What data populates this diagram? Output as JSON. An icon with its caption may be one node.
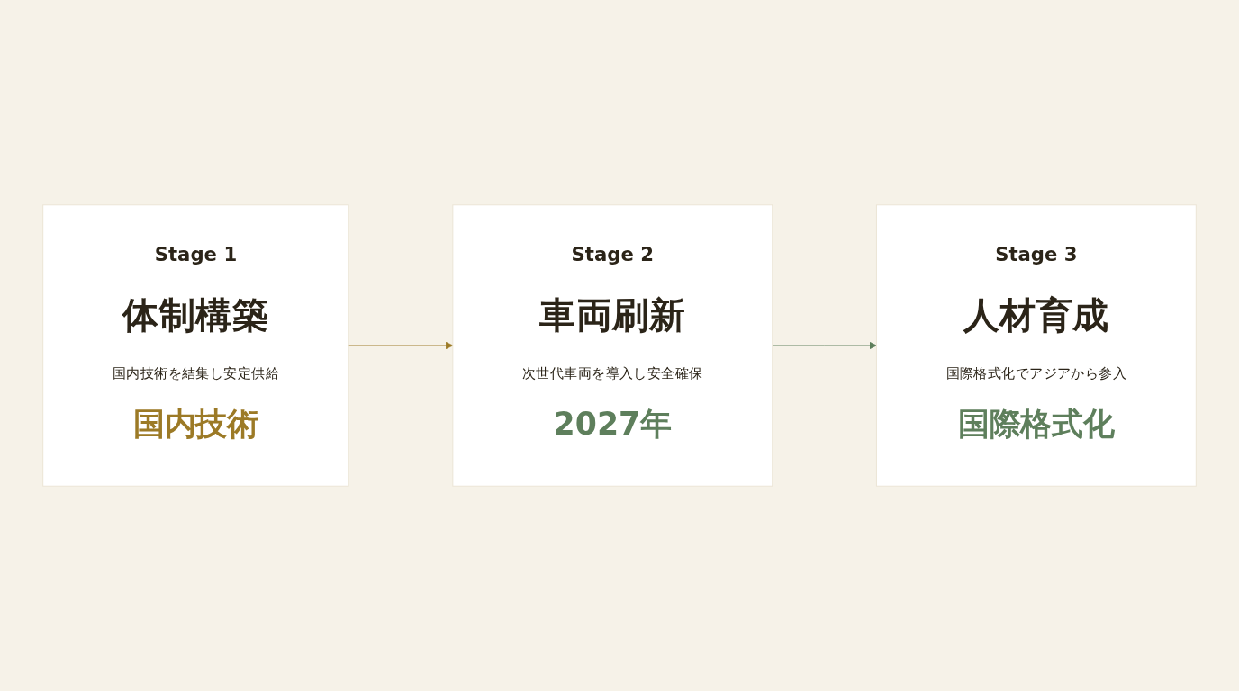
{
  "diagram": {
    "nodes": [
      {
        "text": [
          "Stage 1",
          "体制構築",
          "国内技術を結集し安定供給",
          "国内技術"
        ]
      },
      {
        "text": [
          "Stage 2",
          "車両刷新",
          "次世代車両を導入し安全確保",
          "2027年"
        ]
      },
      {
        "text": [
          "Stage 3",
          "人材育成",
          "国際格式化でアジアから参入",
          "国際格式化"
        ]
      }
    ],
    "edges": [
      {
        "from": 0,
        "to": 1,
        "arrow": "to",
        "color": "#9c7a26"
      },
      {
        "from": 1,
        "to": 2,
        "arrow": "to",
        "color": "#5e7f5c"
      }
    ]
  }
}
